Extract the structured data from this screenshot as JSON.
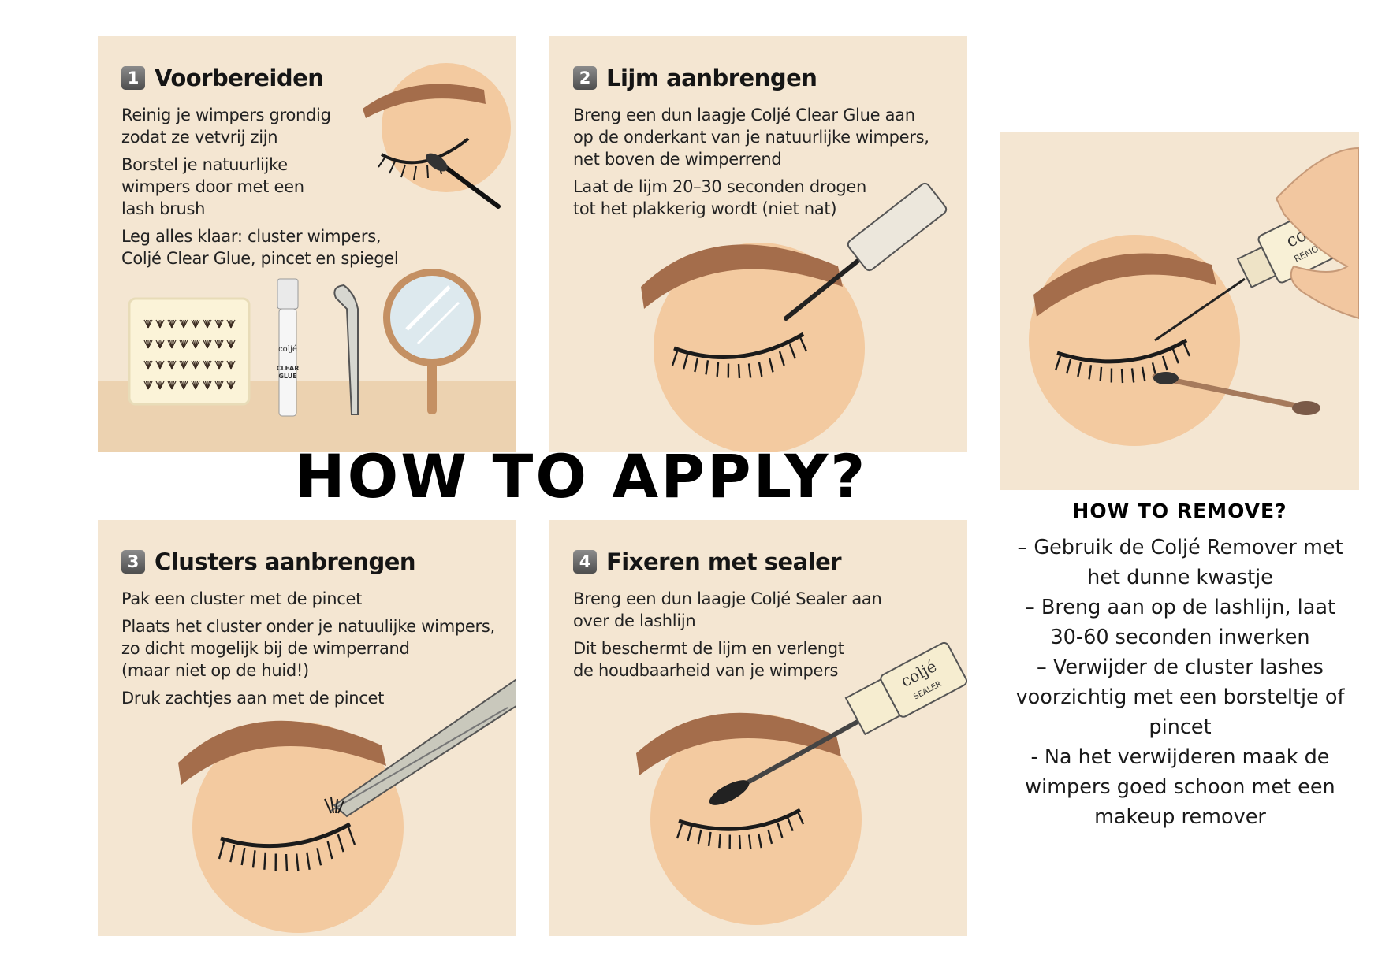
{
  "apply": {
    "title": "HOW TO APPLY?"
  },
  "steps": [
    {
      "number": "1",
      "title": "Voorbereiden",
      "lines": [
        "Reinig je wimpers grondig\nzodat ze vetvrij zijn",
        "Borstel je natuurlijke\nwimpers door met een\nlash brush",
        "Leg alles klaar: cluster wimpers,\nColjé Clear Glue, pincet en spiegel"
      ],
      "glue_label": {
        "brand": "coljé",
        "line1": "CLEAR",
        "line2": "GLUE"
      }
    },
    {
      "number": "2",
      "title": "Lijm aanbrengen",
      "lines": [
        "Breng een dun laagje Coljé Clear Glue aan\nop de onderkant van je natuurlijke wimpers,\nnet boven de wimperrend",
        "Laat de lijm 20–30 seconden drogen\ntot het plakkerig wordt (niet nat)"
      ]
    },
    {
      "number": "3",
      "title": "Clusters aanbrengen",
      "lines": [
        "Pak een cluster met de pincet",
        "Plaats het cluster onder je natuulijke wimpers,\nzo dicht mogelijk bij de wimperrand\n(maar niet op de huid!)",
        "Druk zachtjes aan met de pincet"
      ]
    },
    {
      "number": "4",
      "title": "Fixeren met sealer",
      "lines": [
        "Breng een dun laagje Coljé Sealer aan\nover de lashlijn",
        "Dit beschermt de lijm en verlengt\nde houdbaarheid van je wimpers"
      ],
      "bottle_label": {
        "brand": "coljé",
        "product": "SEALER"
      }
    }
  ],
  "remove": {
    "title": "HOW TO REMOVE?",
    "bottle_label": {
      "brand": "coljé",
      "product": "REMOVER"
    },
    "steps": [
      "– Gebruik de Coljé Remover met het dunne kwastje",
      "– Breng aan op de lashlijn, laat 30-60 seconden inwerken",
      "– Verwijder de cluster lashes voorzichtig met een borsteltje of pincet",
      "- Na het verwijderen maak de wimpers goed schoon met een makeup remover"
    ]
  },
  "colors": {
    "panel": "#f4e6d2",
    "skin": "#f3caa0",
    "brow": "#a46d4b",
    "text": "#1d1d1d"
  }
}
